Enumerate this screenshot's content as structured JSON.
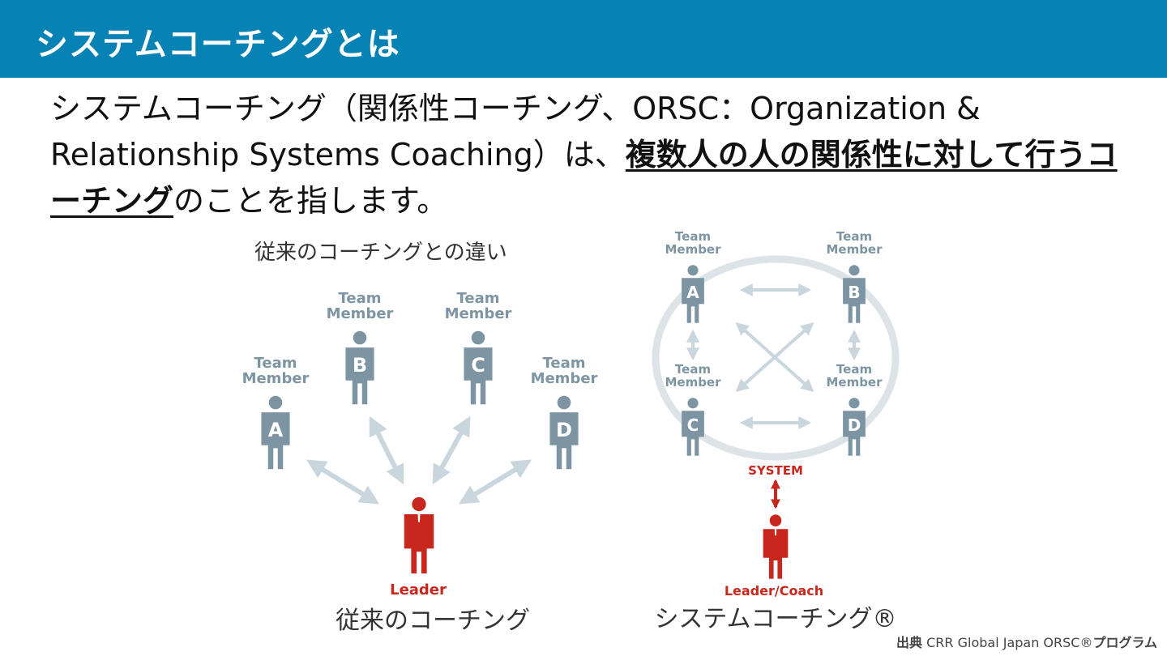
{
  "slide": {
    "title": "システムコーチングとは",
    "body": {
      "part1": "システムコーチング（関係性コーチング、ORSC：Organization & Relationship Systems Coaching）は、",
      "emphasis": "複数人の人の関係性に対して行うコーチング",
      "part2": "のことを指します。"
    },
    "source": {
      "prefix": "出典",
      "text": " CRR Global Japan ORSC®",
      "suffix": "プログラム"
    }
  },
  "figure": {
    "heading": "従来のコーチングとの違い",
    "member_label_line1": "Team",
    "member_label_line2": "Member",
    "traditional": {
      "members": [
        "A",
        "B",
        "C",
        "D"
      ],
      "leader_label": "Leader",
      "caption": "従来のコーチング"
    },
    "system": {
      "members": [
        "A",
        "B",
        "C",
        "D"
      ],
      "system_label": "SYSTEM",
      "leader_label": "Leader/Coach",
      "caption": "システムコーチング®"
    },
    "colors": {
      "member": "#7d95a3",
      "leader": "#c8271d",
      "arrow": "#c9d6de",
      "ring": "#dde4e8"
    }
  }
}
